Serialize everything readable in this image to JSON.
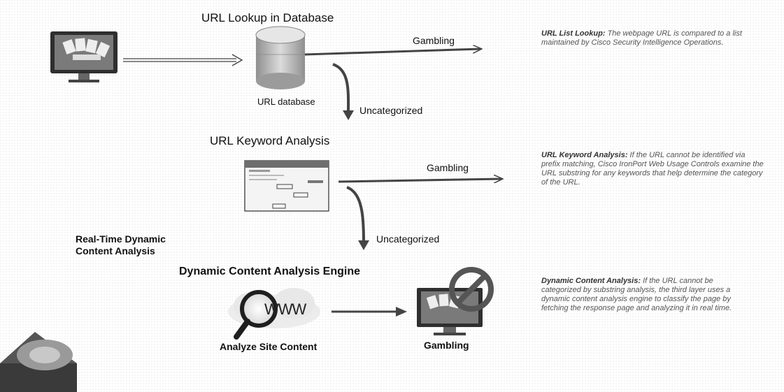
{
  "layer1": {
    "title": "URL Lookup in Database",
    "db_label": "URL database",
    "match_label": "Gambling",
    "fallthrough_label": "Uncategorized",
    "note_heading": "URL List Lookup:",
    "note_body": "The webpage URL is compared to a list maintained by Cisco Security Intelligence Operations."
  },
  "layer2": {
    "title": "URL Keyword Analysis",
    "match_label": "Gambling",
    "fallthrough_label": "Uncategorized",
    "note_heading": "URL Keyword Analysis:",
    "note_body": "If the URL cannot be identified via prefix matching, Cisco IronPort Web Usage Controls examine the URL substring for any keywords that help determine the category of the URL."
  },
  "layer3": {
    "side_label_line1": "Real-Time Dynamic",
    "side_label_line2": "Content Analysis",
    "title": "Dynamic Content Analysis Engine",
    "engine_label": "Analyze Site Content",
    "www_text": "WWW",
    "result_label": "Gambling",
    "note_heading": "Dynamic Content Analysis:",
    "note_body": "If the URL cannot be categorized by substring analysis, the third layer uses a dynamic content analysis engine to classify the page by fetching the response page and analyzing it in real time."
  },
  "colors": {
    "arrow": "#444444",
    "db_body": "#b9b9b9",
    "screen": "#3b3b3b",
    "note_text": "#555555"
  }
}
